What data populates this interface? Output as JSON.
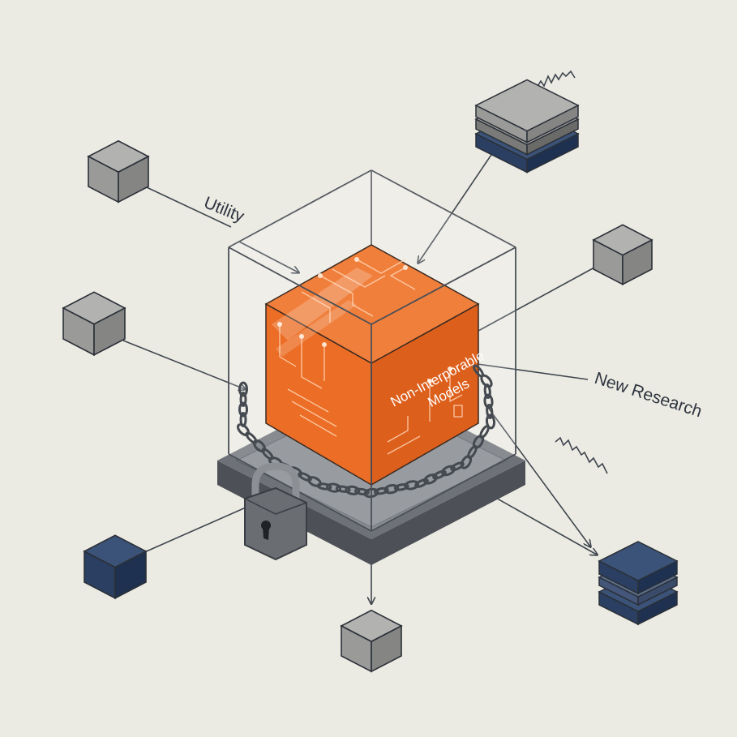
{
  "labels": {
    "utility": "Utility",
    "new_research": "New Research",
    "core_line1": "Non-Interporable",
    "core_line2": "Models"
  },
  "colors": {
    "background": "#ecebe3",
    "core_top": "#f07f3c",
    "core_left": "#ec6e26",
    "core_right": "#dd5f1c",
    "circuit": "#ffd7b8",
    "glass_edge": "#4a4f56",
    "gray_cube_top": "#b2b3b1",
    "gray_cube_left": "#9a9b99",
    "gray_cube_right": "#858684",
    "dark_cube_top": "#3b5378",
    "dark_cube_left": "#2a3f61",
    "dark_cube_right": "#1e3150",
    "base_top": "#6e7278",
    "base_side": "#4d5157",
    "chain": "#454a51",
    "lock_body": "#6a6e73",
    "lock_shackle": "#8c9095",
    "arrow": "#3e454e"
  },
  "nodes": [
    {
      "id": "top-left",
      "style": "gray",
      "kind": "cube"
    },
    {
      "id": "mid-left",
      "style": "gray",
      "kind": "cube"
    },
    {
      "id": "bottom-left",
      "style": "dark",
      "kind": "cube"
    },
    {
      "id": "bottom-center",
      "style": "gray",
      "kind": "cube"
    },
    {
      "id": "right-upper",
      "style": "gray",
      "kind": "cube"
    },
    {
      "id": "top-right-stack",
      "style": "mixed",
      "kind": "stack"
    },
    {
      "id": "bottom-right-stack",
      "style": "dark",
      "kind": "stack"
    }
  ]
}
